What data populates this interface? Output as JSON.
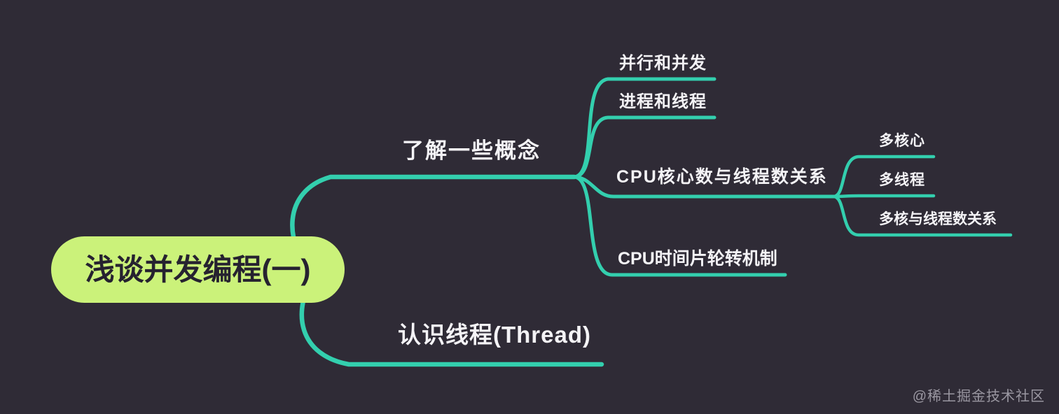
{
  "theme": {
    "background": "#2f2b36",
    "line_color": "#33cfae",
    "root_fill": "#cbf27a",
    "root_text_color": "#262230",
    "node_text_color": "#f4f3f6",
    "watermark_color": "#9a97a1"
  },
  "nodes": {
    "root": {
      "label": "浅谈并发编程(一)"
    },
    "concepts": {
      "label": "了解一些概念"
    },
    "parallel_concurrent": {
      "label": "并行和并发"
    },
    "process_thread": {
      "label": "进程和线程"
    },
    "cpu_cores": {
      "label": "CPU核心数与线程数关系"
    },
    "multi_core": {
      "label": "多核心"
    },
    "multi_thread": {
      "label": "多线程"
    },
    "multicore_thread_relation": {
      "label": "多核与线程数关系"
    },
    "cpu_time_slice": {
      "label": "CPU时间片轮转机制"
    },
    "know_thread": {
      "label": "认识线程(Thread)"
    }
  },
  "watermark": {
    "label": "@稀土掘金技术社区"
  }
}
